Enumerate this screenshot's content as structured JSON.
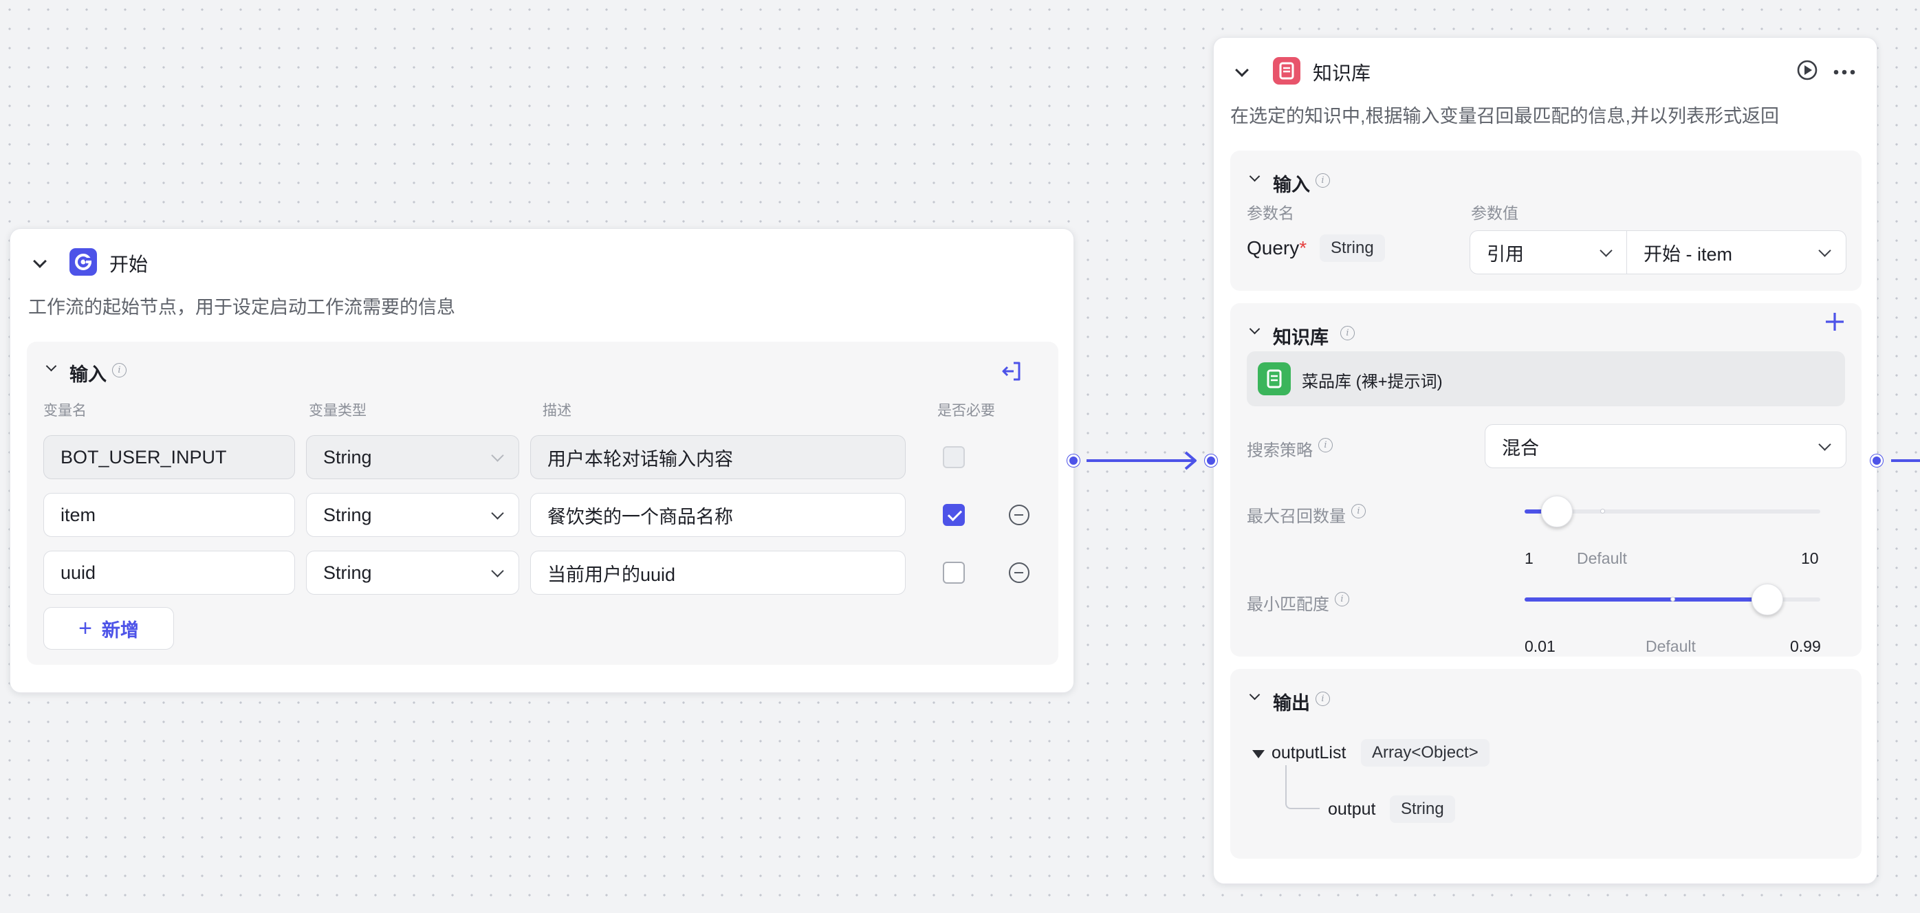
{
  "start_node": {
    "title": "开始",
    "description": "工作流的起始节点，用于设定启动工作流需要的信息",
    "input_section": {
      "title": "输入",
      "columns": [
        "变量名",
        "变量类型",
        "描述",
        "是否必要"
      ],
      "rows": [
        {
          "name": "BOT_USER_INPUT",
          "type": "String",
          "desc": "用户本轮对话输入内容",
          "required": false,
          "locked": true
        },
        {
          "name": "item",
          "type": "String",
          "desc": "餐饮类的一个商品名称",
          "required": true,
          "locked": false
        },
        {
          "name": "uuid",
          "type": "String",
          "desc": "当前用户的uuid",
          "required": false,
          "locked": false
        }
      ],
      "add_label": "新增"
    }
  },
  "kb_node": {
    "title": "知识库",
    "description": "在选定的知识中,根据输入变量召回最匹配的信息,并以列表形式返回",
    "input_section": {
      "title": "输入",
      "param_name_label": "参数名",
      "param_value_label": "参数值",
      "param": {
        "name": "Query",
        "required_mark": "*",
        "type": "String",
        "source": "引用",
        "value": "开始 - item"
      }
    },
    "kb_section": {
      "title": "知识库",
      "item": "菜品库 (裸+提示词)",
      "strategy_label": "搜索策略",
      "strategy_value": "混合",
      "max_recall": {
        "label": "最大召回数量",
        "min": "1",
        "default": "Default",
        "max": "10",
        "value_fraction": 0.11
      },
      "min_score": {
        "label": "最小匹配度",
        "min": "0.01",
        "default": "Default",
        "max": "0.99",
        "value_fraction": 0.82
      }
    },
    "output_section": {
      "title": "输出",
      "list_name": "outputList",
      "list_type": "Array<Object>",
      "child_name": "output",
      "child_type": "String"
    }
  },
  "colors": {
    "accent": "#4d53e8",
    "start_icon": "#4d53e8",
    "kb_icon": "#e8546b",
    "kb_item_icon": "#3bb55b"
  }
}
